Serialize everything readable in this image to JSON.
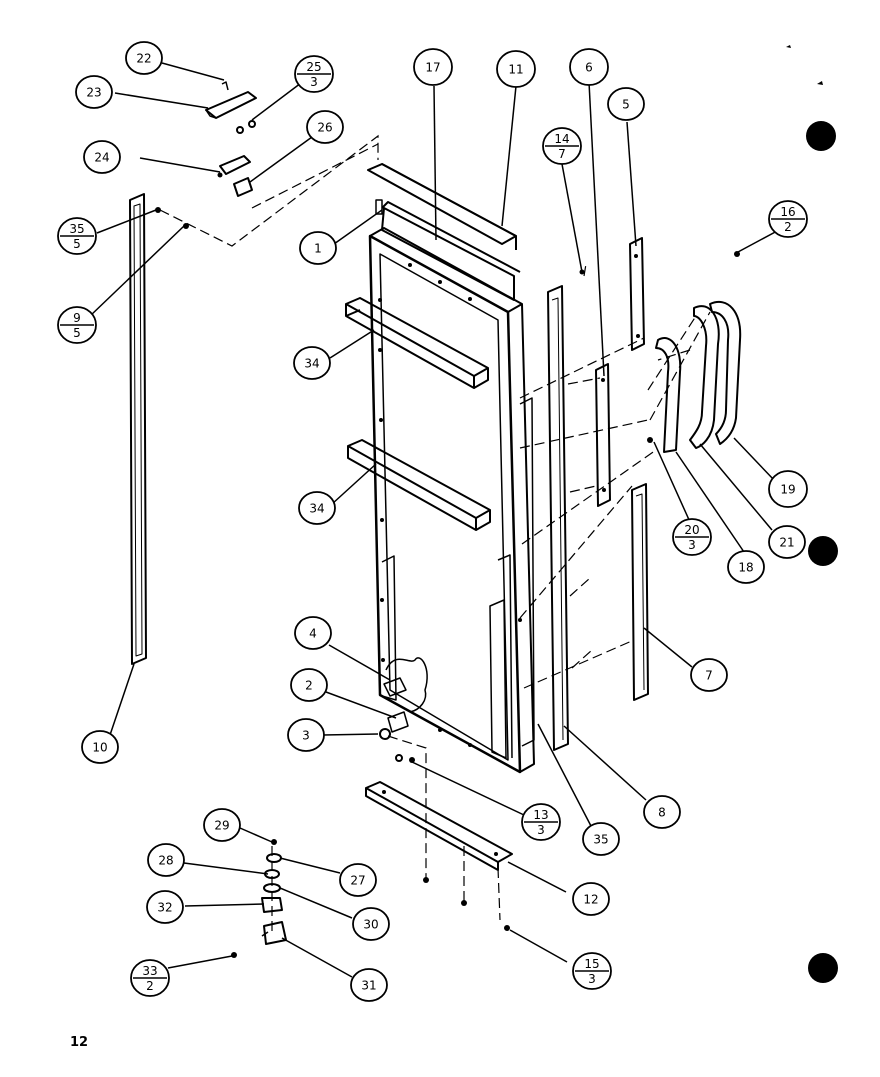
{
  "page_number": "12",
  "callouts": [
    {
      "id": "c22",
      "label": "22"
    },
    {
      "id": "c23",
      "label": "23"
    },
    {
      "id": "c25",
      "num": "25",
      "den": "3"
    },
    {
      "id": "c26",
      "label": "26"
    },
    {
      "id": "c24",
      "label": "24"
    },
    {
      "id": "c35a",
      "num": "35",
      "den": "5"
    },
    {
      "id": "c9",
      "num": "9",
      "den": "5"
    },
    {
      "id": "c17",
      "label": "17"
    },
    {
      "id": "c11",
      "label": "11"
    },
    {
      "id": "c6",
      "label": "6"
    },
    {
      "id": "c14",
      "num": "14",
      "den": "7"
    },
    {
      "id": "c5",
      "label": "5"
    },
    {
      "id": "c16",
      "num": "16",
      "den": "2"
    },
    {
      "id": "c1",
      "label": "1"
    },
    {
      "id": "c34a",
      "label": "34"
    },
    {
      "id": "c34b",
      "label": "34"
    },
    {
      "id": "c19",
      "label": "19"
    },
    {
      "id": "c20",
      "num": "20",
      "den": "3"
    },
    {
      "id": "c21",
      "label": "21"
    },
    {
      "id": "c18",
      "label": "18"
    },
    {
      "id": "c7",
      "label": "7"
    },
    {
      "id": "c4",
      "label": "4"
    },
    {
      "id": "c2",
      "label": "2"
    },
    {
      "id": "c3",
      "label": "3"
    },
    {
      "id": "c10",
      "label": "10"
    },
    {
      "id": "c13",
      "num": "13",
      "den": "3"
    },
    {
      "id": "c35b",
      "label": "35"
    },
    {
      "id": "c8",
      "label": "8"
    },
    {
      "id": "c29",
      "label": "29"
    },
    {
      "id": "c28",
      "label": "28"
    },
    {
      "id": "c27",
      "label": "27"
    },
    {
      "id": "c32",
      "label": "32"
    },
    {
      "id": "c30",
      "label": "30"
    },
    {
      "id": "c12",
      "label": "12"
    },
    {
      "id": "c33",
      "num": "33",
      "den": "2"
    },
    {
      "id": "c31",
      "label": "31"
    },
    {
      "id": "c15",
      "num": "15",
      "den": "3"
    }
  ]
}
